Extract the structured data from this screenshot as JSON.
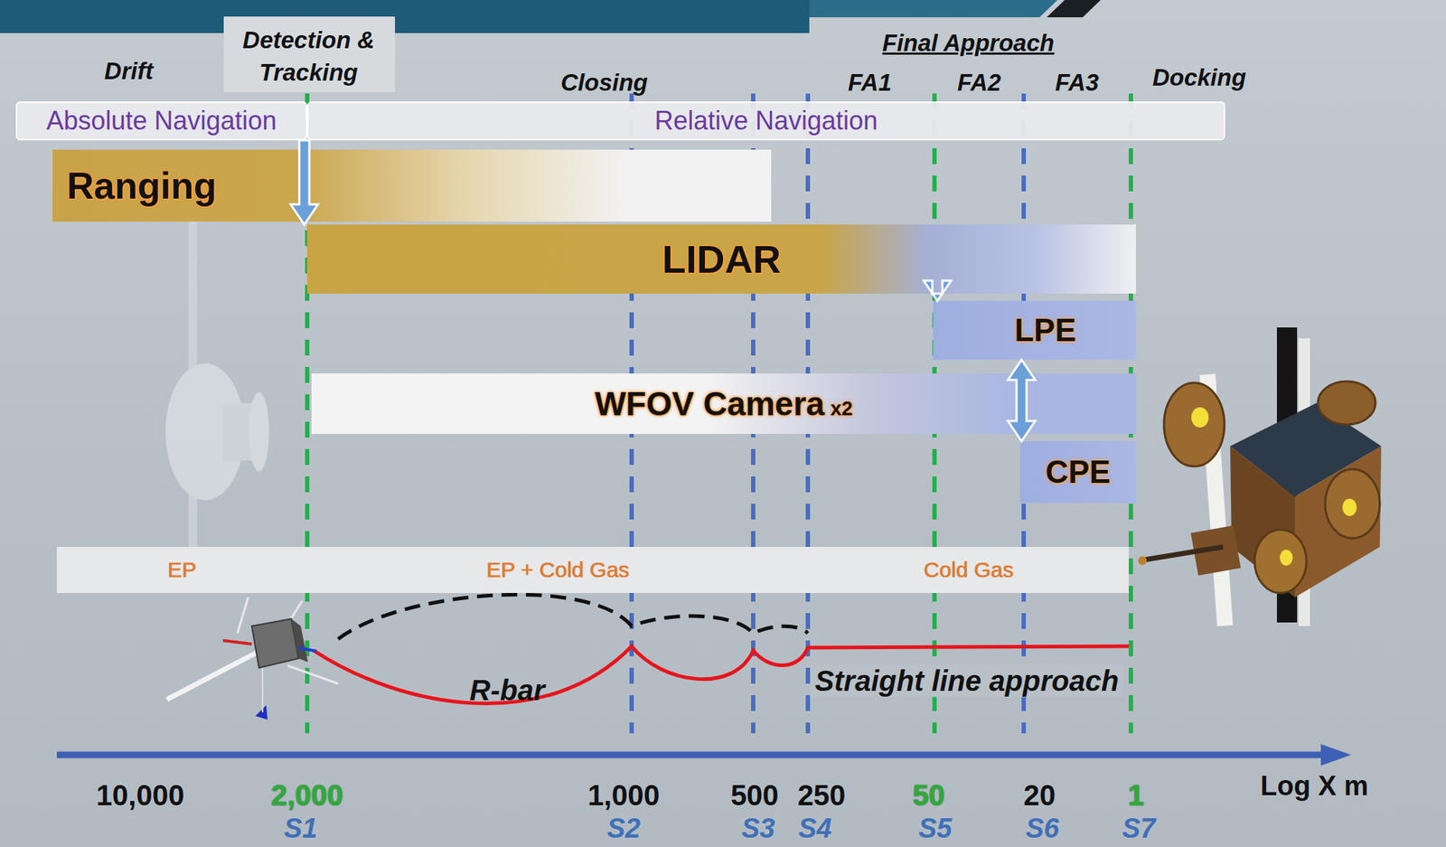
{
  "diagram": {
    "nodes": [
      {
        "text": [
          "Absolute Navigation"
        ]
      },
      {
        "text": [
          "Relative Navigation"
        ]
      },
      {
        "text": [
          "Ranging"
        ]
      },
      {
        "text": [
          "LIDAR"
        ]
      },
      {
        "text": [
          "LPE"
        ]
      },
      {
        "text": [
          "WFOV Camera",
          "x2"
        ]
      },
      {
        "text": [
          "CPE"
        ]
      },
      {
        "text": [
          "EP"
        ]
      },
      {
        "text": [
          "EP + Cold Gas"
        ]
      },
      {
        "text": [
          "Cold Gas"
        ]
      }
    ],
    "edges": [
      {
        "from": 0,
        "to": 3,
        "arrow": "to"
      },
      {
        "from": 3,
        "to": 4,
        "arrow": "to"
      },
      {
        "from": 4,
        "to": 6,
        "arrow": "both"
      }
    ],
    "labels": [
      "Drift",
      "Detection & Tracking",
      "Closing",
      "Final Approach",
      "FA1",
      "FA2",
      "FA3",
      "Docking",
      "R-bar",
      "Straight line approach",
      "10,000",
      "2,000",
      "1,000",
      "500",
      "250",
      "50",
      "20",
      "1",
      "S1",
      "S2",
      "S3",
      "S4",
      "S5",
      "S6",
      "S7",
      "Log X m"
    ]
  }
}
